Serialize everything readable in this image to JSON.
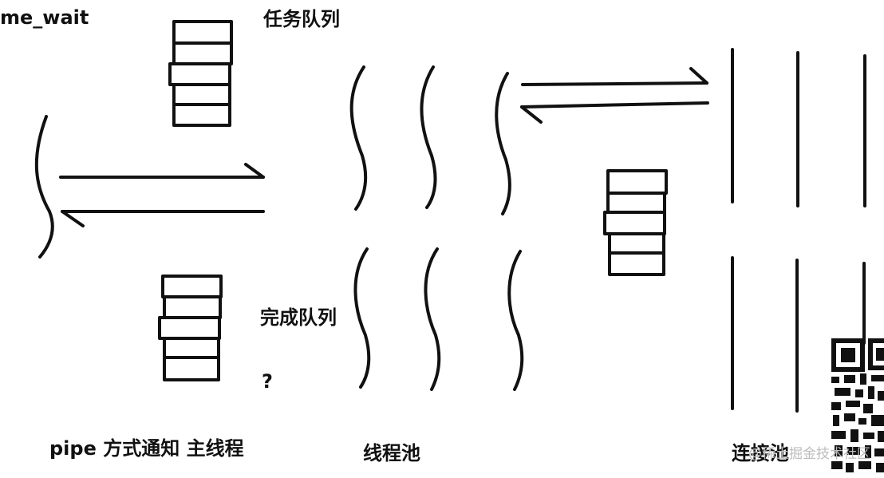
{
  "labels": {
    "epoll": "me_wait",
    "task_queue": "任务队列",
    "done_queue": "完成队列",
    "question": "?",
    "pipe_notify": "pipe 方式通知 主线程",
    "thread_pool": "线程池",
    "conn_pool": "连接池"
  },
  "watermark": "@稀土掘金技术社区",
  "colors": {
    "ink": "#111111",
    "background": "#ffffff",
    "watermark": "#bdbdbd"
  }
}
